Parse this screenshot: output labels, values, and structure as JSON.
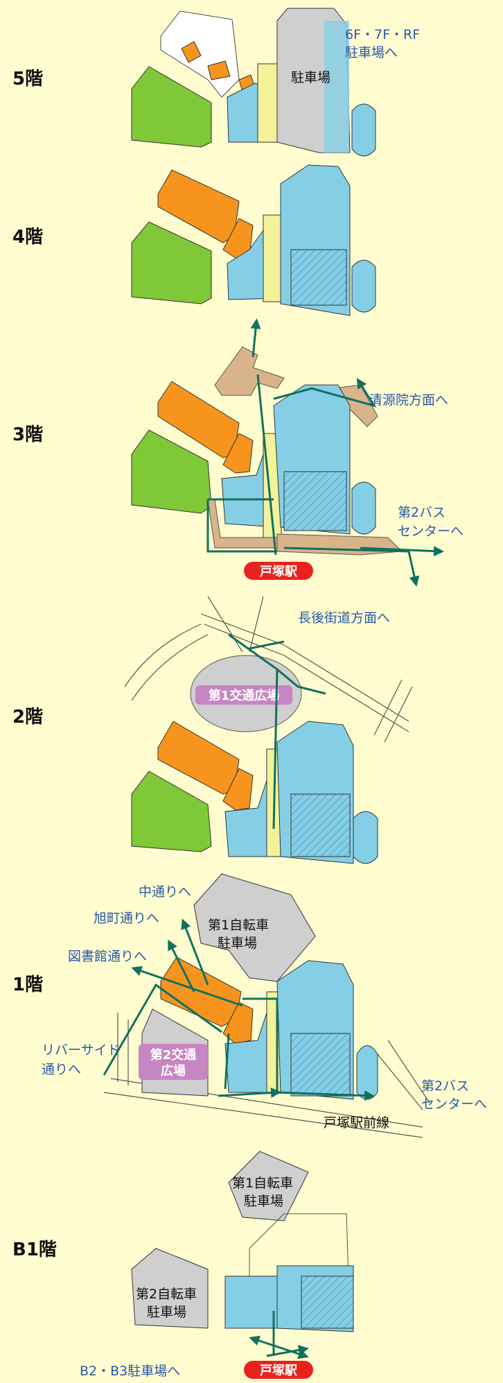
{
  "floors": [
    {
      "id": "5f",
      "label": "5階"
    },
    {
      "id": "4f",
      "label": "4階"
    },
    {
      "id": "3f",
      "label": "3階"
    },
    {
      "id": "2f",
      "label": "2階"
    },
    {
      "id": "1f",
      "label": "1階"
    },
    {
      "id": "b1",
      "label": "B1階"
    }
  ],
  "labels": {
    "f5_parking_dest_1": "6F・7F・RF",
    "f5_parking_dest_2": "駐車場へ",
    "f5_parking": "駐車場",
    "f3_seigenin": "清源院方面へ",
    "f3_bus_1": "第2バス",
    "f3_bus_2": "センターへ",
    "f3_station": "戸塚駅",
    "f2_nagoshi": "長後街道方面へ",
    "f2_plaza": "第1交通広場",
    "f1_naka": "中通りへ",
    "f1_asahi": "旭町通りへ",
    "f1_library": "図書館通りへ",
    "f1_bike_1": "第1自転車",
    "f1_bike_2": "駐車場",
    "f1_river_1": "リバーサイド",
    "f1_river_2": "通りへ",
    "f1_plaza2_1": "第2交通",
    "f1_plaza2_2": "広場",
    "f1_bus_1": "第2バス",
    "f1_bus_2": "センターへ",
    "f1_line": "戸塚駅前線",
    "b1_bike1_1": "第1自転車",
    "b1_bike1_2": "駐車場",
    "b1_bike2_1": "第2自転車",
    "b1_bike2_2": "駐車場",
    "b1_parking": "B2・B3駐車場へ",
    "b1_station": "戸塚駅"
  },
  "colors": {
    "background": "#fffdd0",
    "green_building": "#7fc837",
    "orange_building": "#f7941d",
    "blue_building": "#84cfe6",
    "gray_building": "#cfcfcf",
    "yellow_corridor": "#f3f29b",
    "tan_deck": "#d9b48a",
    "route": "#11705e",
    "plaza_pill": "#c786c3",
    "station_pill": "#e8231e",
    "dest_text": "#2a57a8"
  }
}
